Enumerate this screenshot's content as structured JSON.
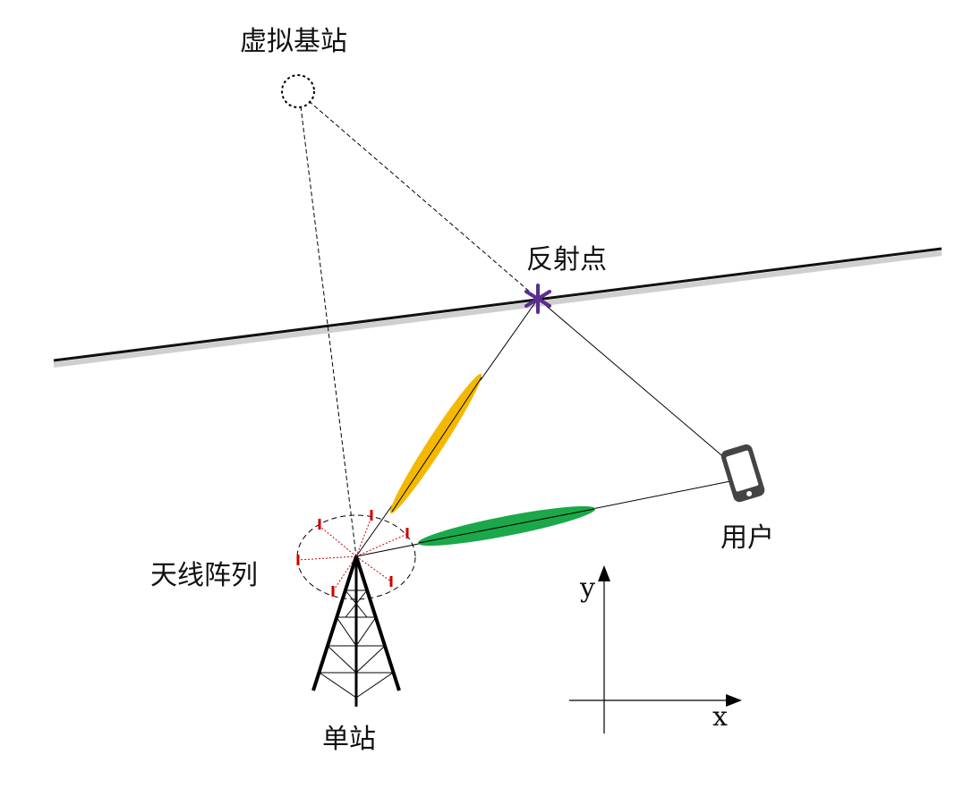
{
  "labels": {
    "virtual_bs": "虚拟基站",
    "reflection_point": "反射点",
    "user": "用户",
    "antenna_array": "天线阵列",
    "single_station": "单站",
    "axis_x": "x",
    "axis_y": "y"
  },
  "colors": {
    "reflector": "#111111",
    "reflector_shadow": "#cfcfcf",
    "beam_reflected": "#f5b800",
    "beam_direct": "#1aa84a",
    "reflection_marker": "#5b2d90",
    "antenna_elements": "#cc0000",
    "line": "#000000",
    "phone": "#444444"
  },
  "icons": {
    "virtual_bs": "dashed-circle-icon",
    "reflection_point": "asterisk-icon",
    "user": "smartphone-icon",
    "station": "lattice-tower-icon"
  }
}
